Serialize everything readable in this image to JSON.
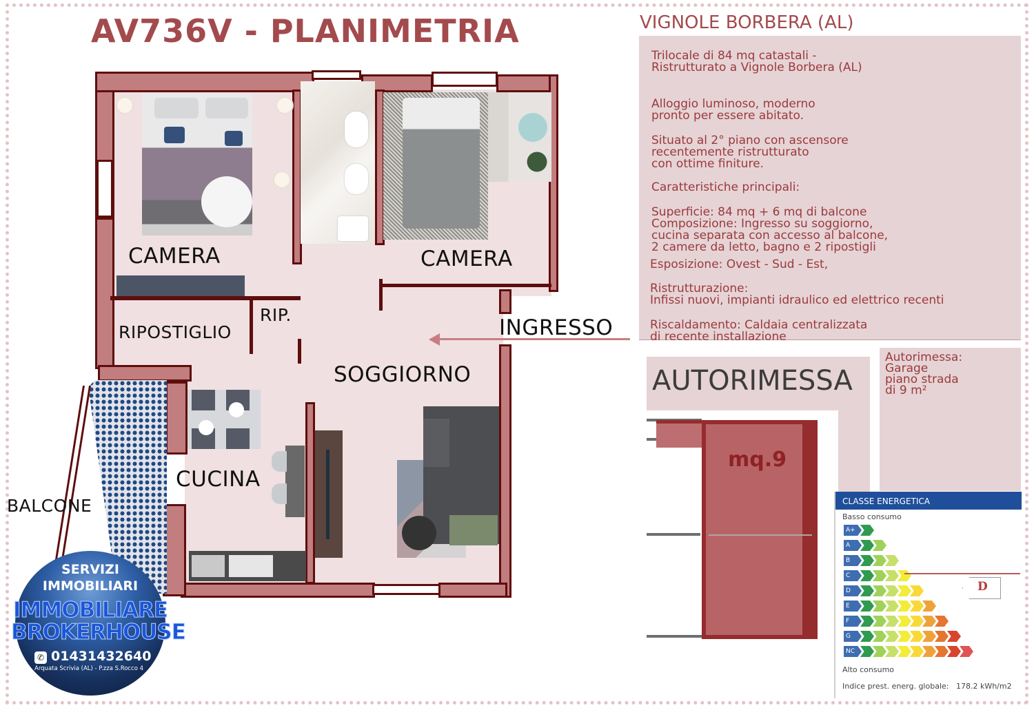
{
  "header": {
    "title": "AV736V - PLANIMETRIA",
    "location": "VIGNOLE BORBERA (AL)"
  },
  "floor_plan": {
    "rooms": [
      {
        "id": "camera_1",
        "label": "CAMERA"
      },
      {
        "id": "camera_2",
        "label": "CAMERA"
      },
      {
        "id": "ripostiglio",
        "label": "RIPOSTIGLIO"
      },
      {
        "id": "rip",
        "label": "RIP."
      },
      {
        "id": "soggiorno",
        "label": "SOGGIORNO"
      },
      {
        "id": "cucina",
        "label": "CUCINA"
      },
      {
        "id": "balcone",
        "label": "BALCONE"
      },
      {
        "id": "ingresso",
        "label": "INGRESSO"
      }
    ]
  },
  "description": {
    "intro": "Trilocale di 84 mq catastali -\nRistrutturato a Vignole Borbera (AL)",
    "condition": "Alloggio luminoso, moderno\npronto per essere abitato.",
    "location_detail": "Situato al 2° piano con ascensore\nrecentemente ristrutturato\ncon ottime finiture.",
    "features_heading": "Caratteristiche principali:",
    "features": "Superficie: 84 mq + 6 mq di balcone\nComposizione: Ingresso su soggiorno,\ncucina separata con accesso al balcone,\n2 camere da letto, bagno e 2 ripostigli",
    "exposure": "Esposizione: Ovest - Sud - Est,",
    "renovation": "Ristrutturazione:\nInfissi nuovi, impianti idraulico ed elettrico recenti",
    "heating": "Riscaldamento: Caldaia centralizzata\ndi recente installazione"
  },
  "garage": {
    "title": "AUTORIMESSA",
    "description": "Autorimessa:\nGarage\npiano strada\ndi 9 m²",
    "area_label": "mq.9"
  },
  "energy": {
    "header": "CLASSE ENERGETICA",
    "low_label": "Basso consumo",
    "high_label": "Alto consumo",
    "classes": [
      "A+",
      "A",
      "B",
      "C",
      "D",
      "E",
      "F",
      "G",
      "NC"
    ],
    "current_class": "D",
    "index_label": "Indice prest. energ. globale:",
    "index_value": "178.2 kWh/m2",
    "chevron_colors": [
      "#2f9b4e",
      "#9fd25a",
      "#c6e06a",
      "#f2ec3a",
      "#f8d93a",
      "#f0a23a",
      "#e5752f",
      "#d8452c",
      "#e05356"
    ]
  },
  "logo": {
    "line1": "SERVIZI",
    "line2": "IMMOBILIARI",
    "brand1": "IMMOBILIARE",
    "brand2": "BROKERHOUSE",
    "phone": "01431432640",
    "address": "Arquata Scrivia (AL) - P.zza S.Rocco 4"
  },
  "colors": {
    "accent": "#a34a4d",
    "wall_fill": "#c27d7e",
    "wall_stroke": "#5e0d0d",
    "panel_bg": "#e6d3d5",
    "energy_header": "#1f4f9b"
  }
}
